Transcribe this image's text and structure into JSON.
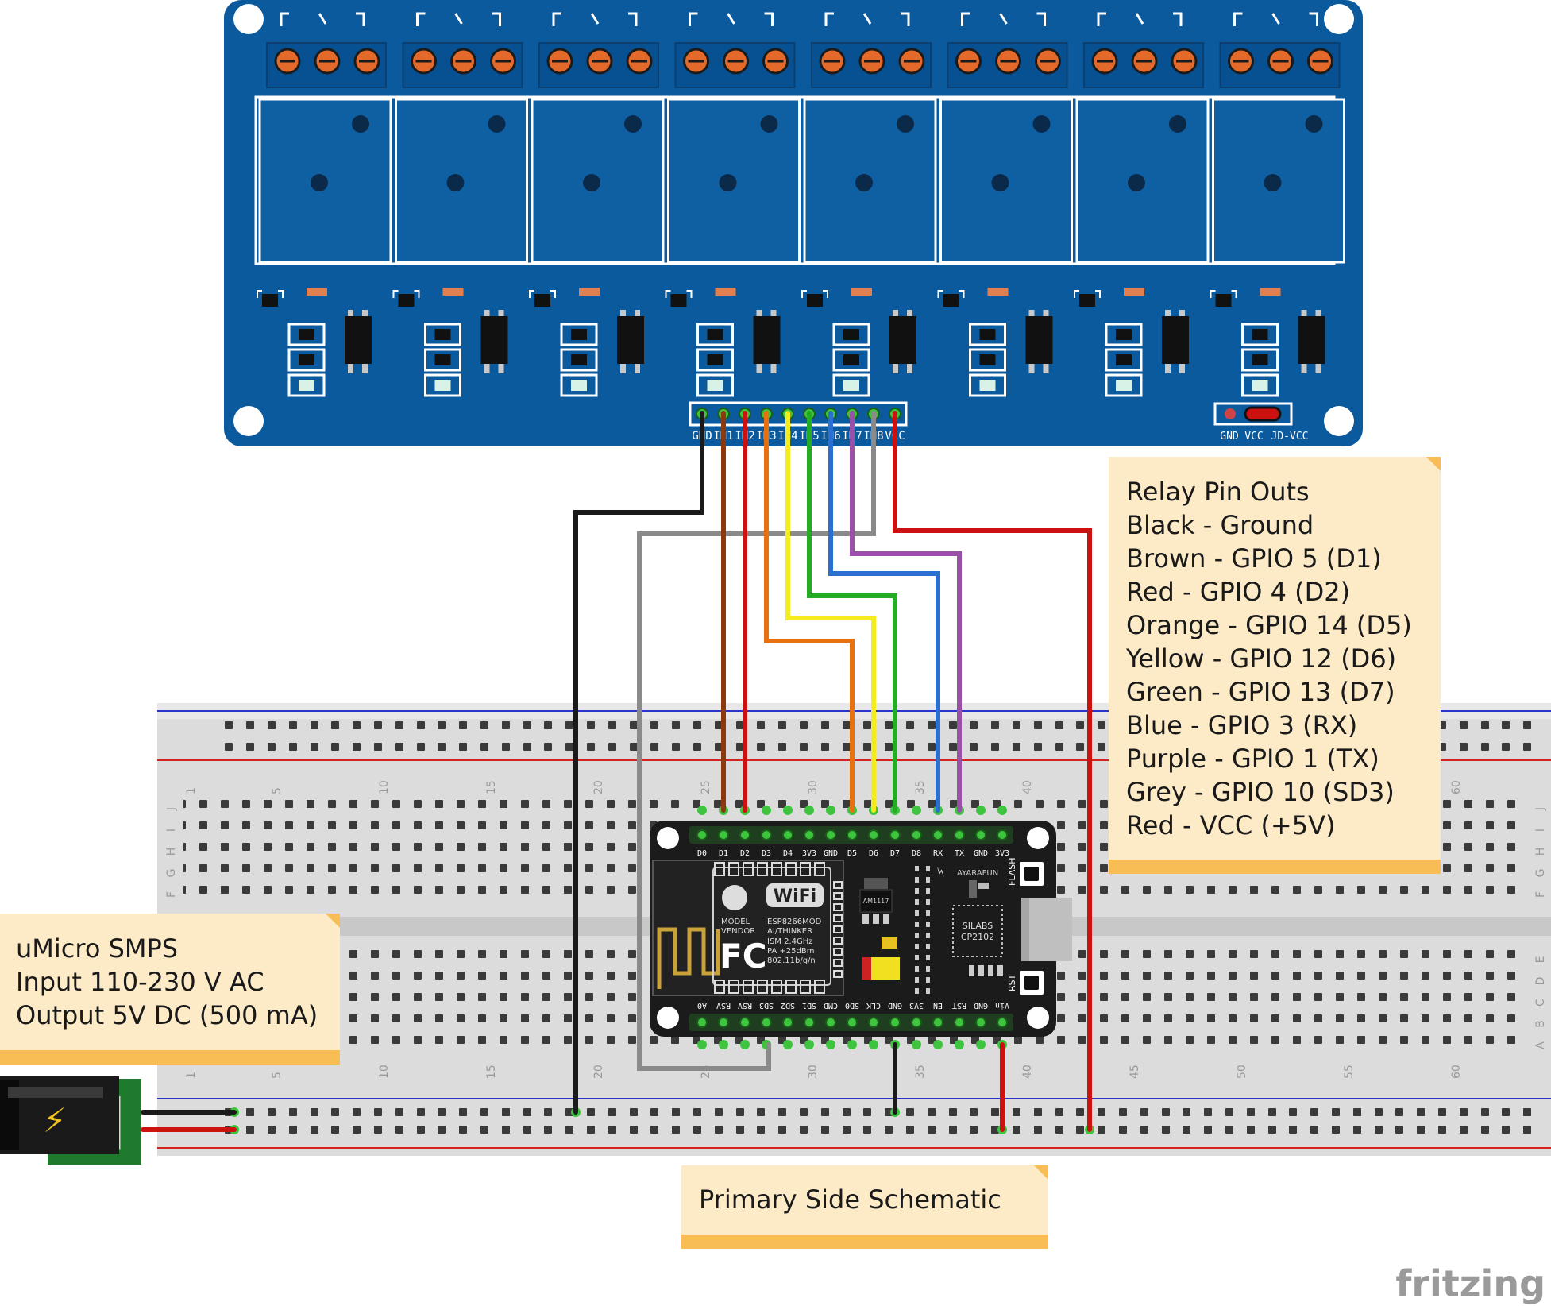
{
  "relay_board": {
    "input_pin_labels": [
      "GND",
      "IN1",
      "IN2",
      "IN3",
      "IN4",
      "IN5",
      "IN6",
      "IN7",
      "IN8",
      "VCC"
    ],
    "power_pin_labels": [
      "GND",
      "VCC",
      "JD-VCC"
    ]
  },
  "nodemcu": {
    "top_pins": [
      "D0",
      "D1",
      "D2",
      "D3",
      "D4",
      "3V3",
      "GND",
      "D5",
      "D6",
      "D7",
      "D8",
      "RX",
      "TX",
      "GND",
      "3V3"
    ],
    "bottom_pins": [
      "A0",
      "RSV",
      "RSV",
      "SD3",
      "SD2",
      "SD1",
      "CMD",
      "SD0",
      "CLK",
      "GND",
      "3V3",
      "EN",
      "RST",
      "GND",
      "Vin"
    ],
    "module_model": "ESP8266MOD",
    "module_vendor": "AI/THINKER",
    "module_spec_1": "ISM 2.4GHz",
    "module_spec_2": "PA +25dBm",
    "module_spec_3": "802.11b/g/n",
    "model_label": "MODEL",
    "vendor_label": "VENDOR",
    "wifi_badge": "WiFi",
    "fc_mark": "FC",
    "regulator": "AM1117",
    "usb_chip_line1": "SILABS",
    "usb_chip_line2": "CP2102",
    "brand": "AYARAFUN",
    "flash_label": "FLASH",
    "rst_label": "RST"
  },
  "breadboard": {
    "column_numbers": [
      "1",
      "5",
      "10",
      "15",
      "20",
      "25",
      "30",
      "35",
      "40",
      "45",
      "50",
      "55",
      "60"
    ],
    "row_letters_top": [
      "J",
      "I",
      "H",
      "G",
      "F"
    ],
    "row_letters_bottom": [
      "E",
      "D",
      "C",
      "B",
      "A"
    ]
  },
  "notes": {
    "relay_pinouts": {
      "lines": [
        "Relay Pin Outs",
        "Black - Ground",
        "Brown - GPIO 5 (D1)",
        "Red - GPIO 4 (D2)",
        "Orange - GPIO 14 (D5)",
        "Yellow - GPIO 12 (D6)",
        "Green - GPIO 13 (D7)",
        "Blue - GPIO 3 (RX)",
        "Purple - GPIO 1 (TX)",
        "Grey - GPIO 10 (SD3)",
        "Red - VCC (+5V)"
      ]
    },
    "smps": {
      "lines": [
        "uMicro SMPS",
        "Input 110-230 V AC",
        "Output 5V DC (500 mA)"
      ]
    },
    "schematic": {
      "lines": [
        "Primary Side Schematic"
      ]
    }
  },
  "watermark": "fritzing",
  "colors": {
    "board_blue": "#0b5a9e",
    "note_fill": "#fdebc8",
    "note_bar": "#f8bd55",
    "wire_black": "#1a1a1a",
    "wire_brown": "#8b3a0f",
    "wire_red": "#cc1111",
    "wire_orange": "#e8700f",
    "wire_yellow": "#f4ec1c",
    "wire_green": "#24ad24",
    "wire_blue": "#2b6fd3",
    "wire_purple": "#9a4fa8",
    "wire_grey": "#8a8a8a"
  }
}
